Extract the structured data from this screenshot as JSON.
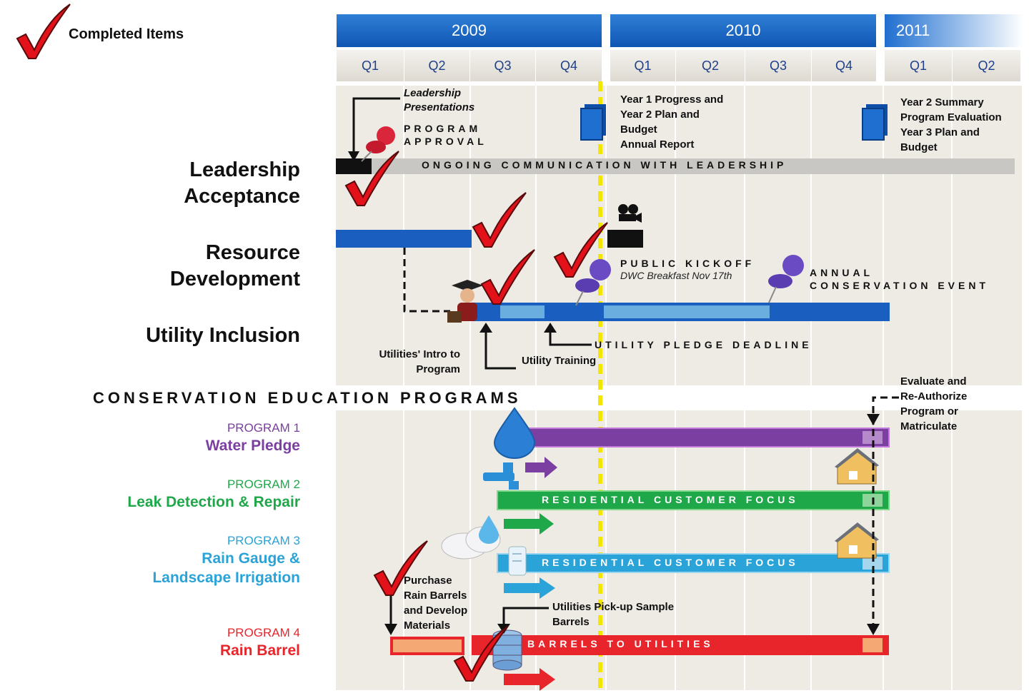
{
  "legend": {
    "label": "Completed Items"
  },
  "timeline": {
    "years": [
      {
        "label": "2009"
      },
      {
        "label": "2010"
      },
      {
        "label": "2011"
      }
    ],
    "quarters": [
      "Q1",
      "Q2",
      "Q3",
      "Q4",
      "Q1",
      "Q2",
      "Q3",
      "Q4",
      "Q1",
      "Q2"
    ]
  },
  "sections": {
    "leadership": "Leadership\nAcceptance",
    "resource": "Resource\nDevelopment",
    "utility": "Utility Inclusion",
    "conservation": "CONSERVATION EDUCATION PROGRAMS"
  },
  "notes": {
    "leadership_presentations": "Leadership\nPresentations",
    "program_approval": "PROGRAM\nAPPROVAL",
    "year1_report": "Year 1 Progress and\nYear 2 Plan and\nBudget\nAnnual Report",
    "year2_summary": "Year 2 Summary\nProgram Evaluation\nYear 3 Plan and\nBudget",
    "ongoing": "ONGOING COMMUNICATION WITH LEADERSHIP",
    "public_kickoff": "PUBLIC KICKOFF",
    "kickoff_sub": "DWC Breakfast Nov 17th",
    "annual_event": "ANNUAL\nCONSERVATION EVENT",
    "utility_intro": "Utilities' Intro to\nProgram",
    "utility_training": "Utility Training",
    "pledge_deadline": "UTILITY PLEDGE DEADLINE",
    "evaluate": "Evaluate and\nRe-Authorize\nProgram or\nMatriculate",
    "purchase": "Purchase\nRain Barrels\nand Develop\nMaterials",
    "pickup": "Utilities Pick-up Sample\nBarrels"
  },
  "programs": [
    {
      "num": "PROGRAM 1",
      "name": "Water Pledge",
      "color": "#7a3fa0",
      "bar_label": ""
    },
    {
      "num": "PROGRAM 2",
      "name": "Leak Detection & Repair",
      "color": "#1fa84a",
      "bar_label": "RESIDENTIAL CUSTOMER FOCUS"
    },
    {
      "num": "PROGRAM 3",
      "name": "Rain Gauge &\nLandscape Irrigation",
      "color": "#2aa3d8",
      "bar_label": "RESIDENTIAL CUSTOMER FOCUS"
    },
    {
      "num": "PROGRAM 4",
      "name": "Rain Barrel",
      "color": "#e8252a",
      "bar_label": "BARRELS TO UTILITIES"
    }
  ],
  "colors": {
    "blue_bar": "#1a5fc0",
    "light_bar": "#6aaee0",
    "grid_bg": "#eeebe5",
    "today_line": "#f3e600"
  }
}
